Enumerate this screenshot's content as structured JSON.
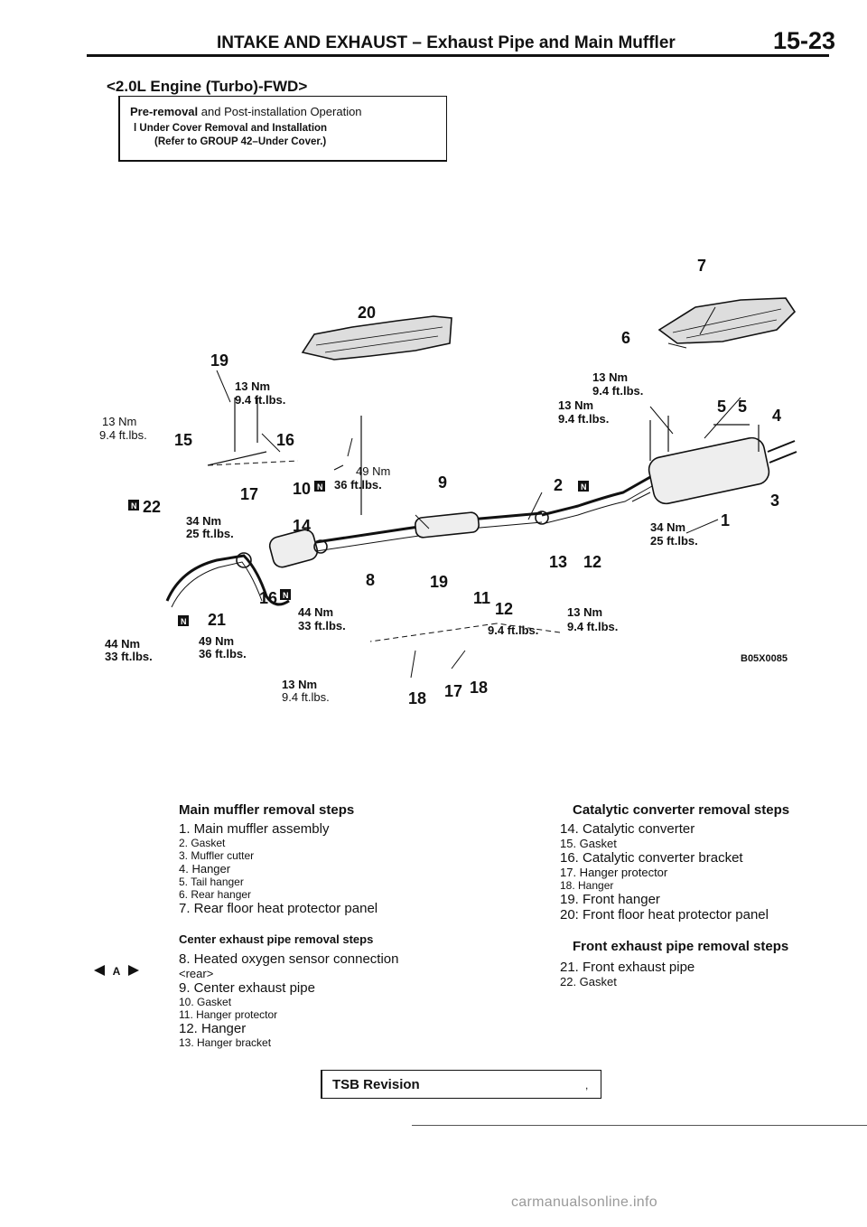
{
  "header": {
    "title": "INTAKE AND EXHAUST – Exhaust Pipe and Main Muffler",
    "page": "15-23"
  },
  "engine_label": "<2.0L Engine (Turbo)-FWD>",
  "pre_removal": {
    "title_bold": "Pre-removal",
    "title_rest": " and Post-installation Operation",
    "item1": "l  Under Cover Removal and Installation",
    "item2": "(Refer to GROUP 42–Under Cover.)"
  },
  "diagram": {
    "code": "B05X0085",
    "part_numbers": [
      "1",
      "2",
      "3",
      "4",
      "5",
      "5",
      "6",
      "7",
      "8",
      "9",
      "10",
      "11",
      "12",
      "12",
      "13",
      "14",
      "15",
      "16",
      "16",
      "17",
      "17",
      "18",
      "18",
      "19",
      "19",
      "20",
      "21",
      "22"
    ],
    "torque_specs": [
      "13 Nm",
      "9.4 ft.lbs.",
      "49 Nm",
      "36 ft.lbs.",
      "34 Nm",
      "25 ft.lbs.",
      "44 Nm",
      "33 ft.lbs."
    ]
  },
  "main_muffler": {
    "title": "Main muffler removal steps",
    "items": [
      "1. Main muffler assembly",
      "2. Gasket",
      "3. Muffler cutter",
      "4. Hanger",
      "5. Tail hanger",
      "6. Rear hanger",
      "7. Rear floor heat protector panel"
    ]
  },
  "center_pipe": {
    "title": "Center exhaust pipe removal steps",
    "marker": "◄A►",
    "items": [
      "8. Heated oxygen sensor connection",
      "<rear>",
      "9. Center exhaust pipe",
      "10. Gasket",
      "11. Hanger protector",
      "12. Hanger",
      "13. Hanger bracket"
    ]
  },
  "catalytic": {
    "title": "Catalytic converter removal steps",
    "items": [
      "14. Catalytic converter",
      "15. Gasket",
      "16. Catalytic converter bracket",
      "17. Hanger protector",
      "18. Hanger",
      "19. Front hanger",
      "20: Front floor heat protector panel"
    ]
  },
  "front_pipe": {
    "title": "Front exhaust pipe removal steps",
    "items": [
      "21. Front exhaust pipe",
      "22. Gasket"
    ]
  },
  "tsb": {
    "label": "TSB Revision",
    "mark": ","
  },
  "watermark": "carmanualsonline.info"
}
